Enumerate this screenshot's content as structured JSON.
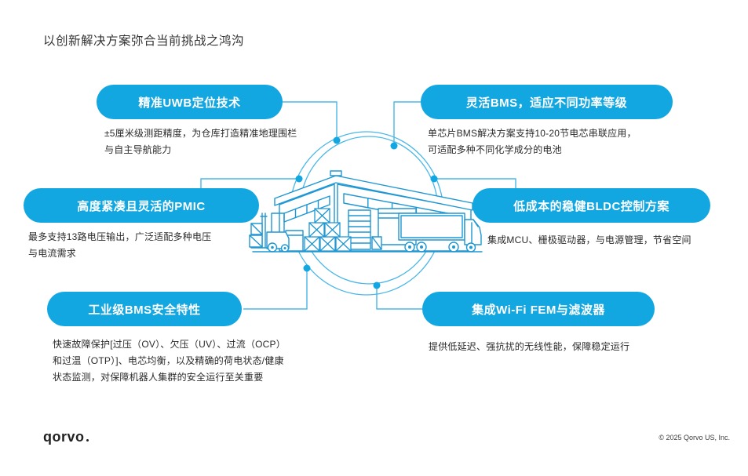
{
  "title": "以创新解决方案弥合当前挑战之鸿沟",
  "colors": {
    "accent_blue": "#12A7E1",
    "connector_blue": "#4AB7E8",
    "illustration_blue": "#1E97D3",
    "text_dark": "#2b2b2b"
  },
  "cards": [
    {
      "id": "uwb",
      "label": "精准UWB定位技术",
      "desc": "±5厘米级测距精度，为仓库打造精准地理围栏\n与自主导航能力"
    },
    {
      "id": "flexible-bms",
      "label": "灵活BMS，适应不同功率等级",
      "desc": "单芯片BMS解决方案支持10-20节电芯串联应用，\n可适配多种不同化学成分的电池"
    },
    {
      "id": "pmic",
      "label": "高度紧凑且灵活的PMIC",
      "desc": "最多支持13路电压输出，广泛适配多种电压\n与电流需求"
    },
    {
      "id": "bldc",
      "label": "低成本的稳健BLDC控制方案",
      "desc": "集成MCU、栅极驱动器，与电源管理，节省空间"
    },
    {
      "id": "industrial-bms-safety",
      "label": "工业级BMS安全特性",
      "desc": "快速故障保护[过压（OV）、欠压（UV）、过流（OCP）\n和过温（OTP）]、电芯均衡，以及精确的荷电状态/健康\n状态监测，对保障机器人集群的安全运行至关重要"
    },
    {
      "id": "wifi-fem",
      "label": "集成Wi-Fi FEM与滤波器",
      "desc": "提供低延迟、强抗扰的无线性能，保障稳定运行"
    }
  ],
  "icons": {
    "center_illustration": "warehouse-truck-forklift-line-art"
  },
  "footer": {
    "logo_text": "qorvo",
    "copyright": "© 2025 Qorvo US, Inc."
  }
}
